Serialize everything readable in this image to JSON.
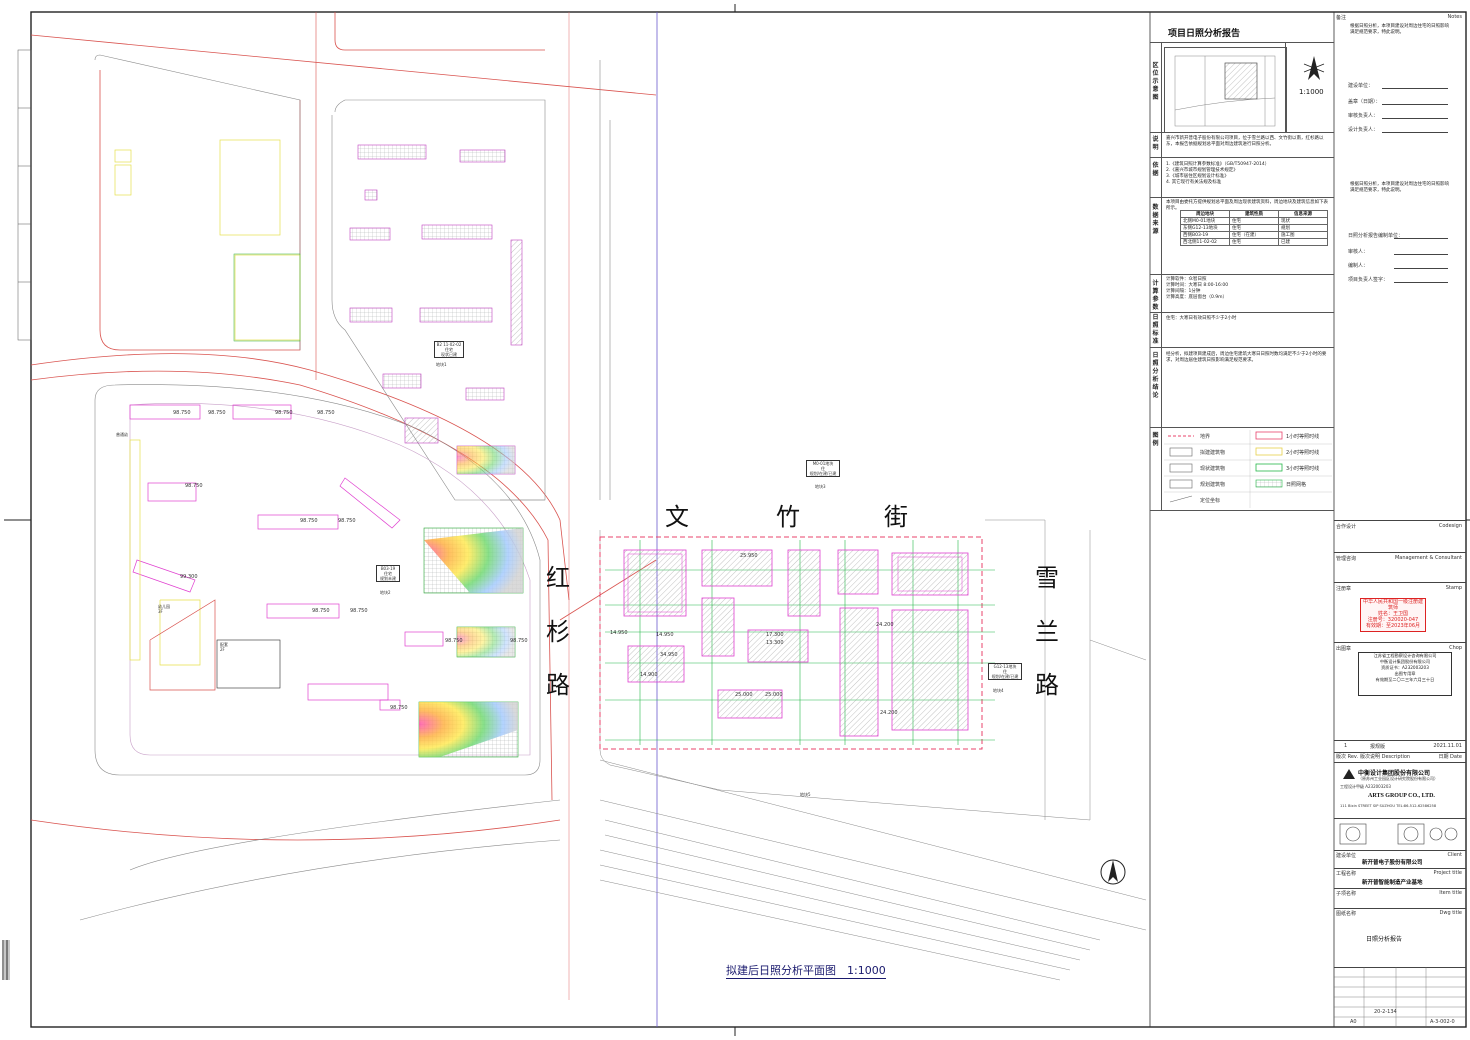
{
  "colors": {
    "road": "#d9534f",
    "site": "#e8436b",
    "res": "#e040d0",
    "grid": "#9a9a9a",
    "green": "#27b84a",
    "frame": "#222222",
    "hatch": "#8a8a8a"
  },
  "streets": {
    "wenzhu": [
      "文",
      "竹",
      "街"
    ],
    "hongshan": [
      "红",
      "杉",
      "路"
    ],
    "xuelan": [
      "雪",
      "兰",
      "路"
    ]
  },
  "drawing_caption": "拟建后日照分析平面图　1:1000",
  "labels": {
    "b_pupu": "普通幼",
    "b_youer": "幼儿园\n3F",
    "b_peidian": "配套\n2F",
    "b_medic": "卫生\n2F",
    "lot1": "地块1",
    "lot2": "地块2",
    "lot3": "地块3",
    "lot4": "地块4",
    "lot5": "地块5",
    "tag_top": "B2 11-02-02\n住宅\n现状已建",
    "tag_left": "B03-19\n住宅\n规划未建",
    "tag_center": "M0-01地块\n住\n规划/在建/已建",
    "tag_right": "G12-13地块\n住\n规划/在建/已建"
  },
  "elev": {
    "e1": "98.750",
    "e2": "99.300",
    "e3": "14.950",
    "e4": "14.950",
    "e5": "17.300",
    "e6": "13.300",
    "e7": "24.200",
    "e8": "24.200",
    "e9": "25.000",
    "e10": "14.900",
    "e11": "25.000",
    "e12": "34.950",
    "e13": "25.950"
  },
  "report": {
    "title": "项目日照分析报告",
    "scale": "1:1000",
    "sections": [
      {
        "key": "location",
        "label": "区位示意图"
      },
      {
        "key": "desc",
        "label": "说明"
      },
      {
        "key": "basis",
        "label": "依据"
      },
      {
        "key": "source",
        "label": "数据来源"
      },
      {
        "key": "params",
        "label": "计算参数"
      },
      {
        "key": "std",
        "label": "日照标准"
      },
      {
        "key": "conclusion",
        "label": "日照分析结论"
      },
      {
        "key": "legend",
        "label": "图例"
      }
    ],
    "desc_text": "嘉兴市新开普电子股份有限公司项目，位于雪兰路以西、文竹街以南，红杉路以东，本报告依据规划总平面对周边建筑进行日照分析。",
    "basis_text": "1.《建筑日照计算参数标准》（GB/T50947-2014）\n2.《嘉兴市城市规划管理技术规定》\n3.《城市居住区规划设计标准》\n4. 其它现行有关法规及标准",
    "source_text": "本项目由委托方提供规划总平面及周边现状建筑资料，周边地块及建筑信息如下表所示。",
    "table_head": [
      "周边地块",
      "建筑性质",
      "信息来源"
    ],
    "table_rows": [
      [
        "北侧M0-01地块",
        "住宅",
        "现状"
      ],
      [
        "东侧G12-13地块",
        "住宅",
        "规划"
      ],
      [
        "西侧B03-19",
        "住宅（在建）",
        "施工图"
      ],
      [
        "西北侧11-02-02",
        "住宅",
        "已建"
      ]
    ],
    "params_text": "计算软件：众智日照\n计算时间：大寒日 8:00-16:00\n计算间隔：1分钟\n计算高度：底层窗台（0.9m）",
    "std_text": "住宅：大寒日有效日照不少于2小时",
    "conclusion_text": "经分析，拟建项目建成后，周边住宅建筑大寒日日照时数均满足不少于2小时的要求，对周边居住建筑日照影响满足规范要求。",
    "legend": [
      {
        "sym": "红色虚线",
        "text": "地界"
      },
      {
        "sym": "框",
        "text": "拟建建筑物"
      },
      {
        "sym": "框",
        "text": "现状建筑物"
      },
      {
        "sym": "框",
        "text": "规划建筑物"
      },
      {
        "sym": "线",
        "text": "定位坐标"
      },
      {
        "sym": "red",
        "text": "1小时等照时线"
      },
      {
        "sym": "yellow",
        "text": "2小时等照时线"
      },
      {
        "sym": "green",
        "text": "3小时等照时线"
      },
      {
        "sym": "grid",
        "text": "日照网格"
      }
    ]
  },
  "titleblock": {
    "notes_cn": "备注",
    "notes_en": "Notes",
    "note_text": "根据日照分析，本项目建设对周边住宅的日照影响满足规范要求，特此说明。",
    "sign_rows": [
      "建设单位：",
      "盖章（日期）：",
      "审核负责人：",
      "设计负责人："
    ],
    "sign_rows2": [
      "日照分析报告编制单位：",
      "审核人：",
      "编制人：",
      "项目负责人签字："
    ],
    "coop_cn": "合作设计",
    "coop_en": "Codesign",
    "mgmt_cn": "管理咨询",
    "mgmt_en": "Management & Consultant",
    "stamp_cn": "注册章",
    "stamp_en": "Stamp",
    "stamp_text": "中华人民共和国一级注册建筑师\n姓名：王卫国\n注册号：320020-047\n有效期：至2023年06月",
    "chop_cn": "出图章",
    "chop_en": "Chop",
    "chop_text": "江苏省工程勘察设计咨询有限公司\n中衡设计集团股份有限公司\n资质证书：A232003203\n出图专用章\n有效期至二〇二三年六月三十日",
    "rev_no": "1",
    "rev_desc": "报规版",
    "rev_date": "2021.11.01",
    "rev_head": [
      "版次 Rev.",
      "版次说明 Description",
      "日期 Date"
    ],
    "company_cn": "中衡设计集团股份有限公司",
    "company_sub": "（原苏州工业园区设计研究院股份有限公司）",
    "company_en": "ARTS GROUP CO., LTD.",
    "company_addr": "工程设计甲级 A232003203",
    "addr_line": "111 Bixin STREET SIP SUZHOU  TEL:86-512-62586258",
    "client_cn": "建设单位",
    "client_en": "Client",
    "client": "新开普电子股份有限公司",
    "project_cn": "工程名称",
    "project_en": "Project title",
    "project": "新开普智能制造产业基地",
    "item_cn": "子项名称",
    "item_en": "Item title",
    "dwg_cn": "图纸名称",
    "dwg_en": "Dwg title",
    "dwg": "日照分析报告",
    "sheet_no": "A-3-002-0",
    "size": "A0",
    "proj_no": "20-2-134"
  }
}
